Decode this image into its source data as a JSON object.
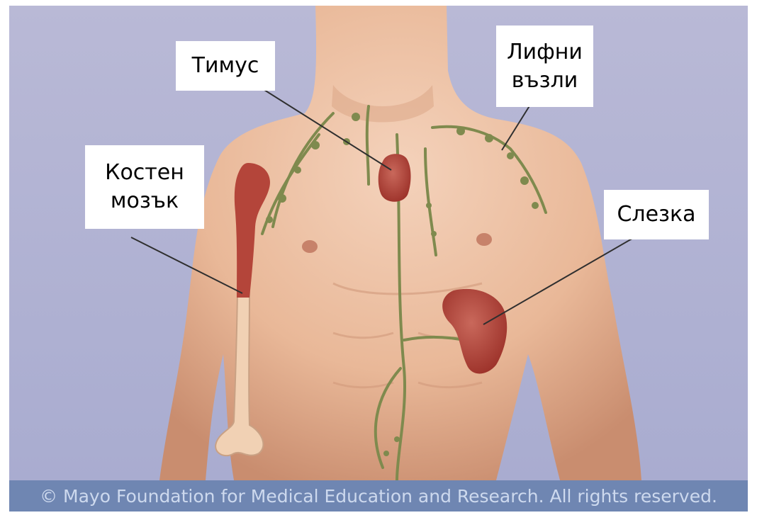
{
  "labels": {
    "thymus": "Тимус",
    "lymph_nodes_line1": "Лифни",
    "lymph_nodes_line2": "възли",
    "bone_marrow_line1": "Костен",
    "bone_marrow_line2": "мозък",
    "spleen": "Слезка"
  },
  "footer": {
    "copyright": "© Mayo Foundation for Medical Education and Research.  All rights reserved."
  },
  "colors": {
    "background": "#b3b4d3",
    "skin": "#e9b898",
    "organ": "#b4453a",
    "lymph_vessel": "#7f8a4e",
    "footer_band": "#6f86b2"
  }
}
